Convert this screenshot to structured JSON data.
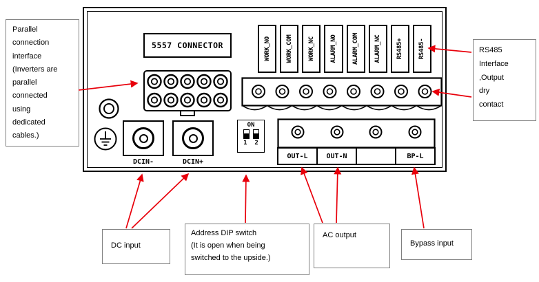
{
  "colors": {
    "arrow": "#e8000b",
    "panel_line": "#000000"
  },
  "panel": {
    "connector_label": "5557 CONNECTOR",
    "signal_labels": [
      "WORK_NO",
      "WORK_COM",
      "WORK_NC",
      "ALARM_NO",
      "ALARM_COM",
      "ALARM_NC",
      "RS485+",
      "RS485-"
    ],
    "dc_minus_label": "DCIN-",
    "dc_plus_label": "DCIN+",
    "dip_on_label": "ON",
    "dip_numbers": "1  2",
    "output_labels": {
      "out_l": "OUT-L",
      "out_n": "OUT-N",
      "bp_l": "BP-L"
    }
  },
  "callouts": {
    "parallel_interface": "Parallel\nconnection\ninterface\n(Inverters are\nparallel\nconnected\nusing\ndedicated\ncables.)",
    "rs485_interface": "RS485\nInterface\n,Output\ndry\ncontact",
    "dc_input": "DC input",
    "address_dip_switch": "Address DIP switch\n(It  is  open  when  being\nswitched to the upside.)",
    "ac_output": "AC output",
    "bypass_input": "Bypass input"
  }
}
